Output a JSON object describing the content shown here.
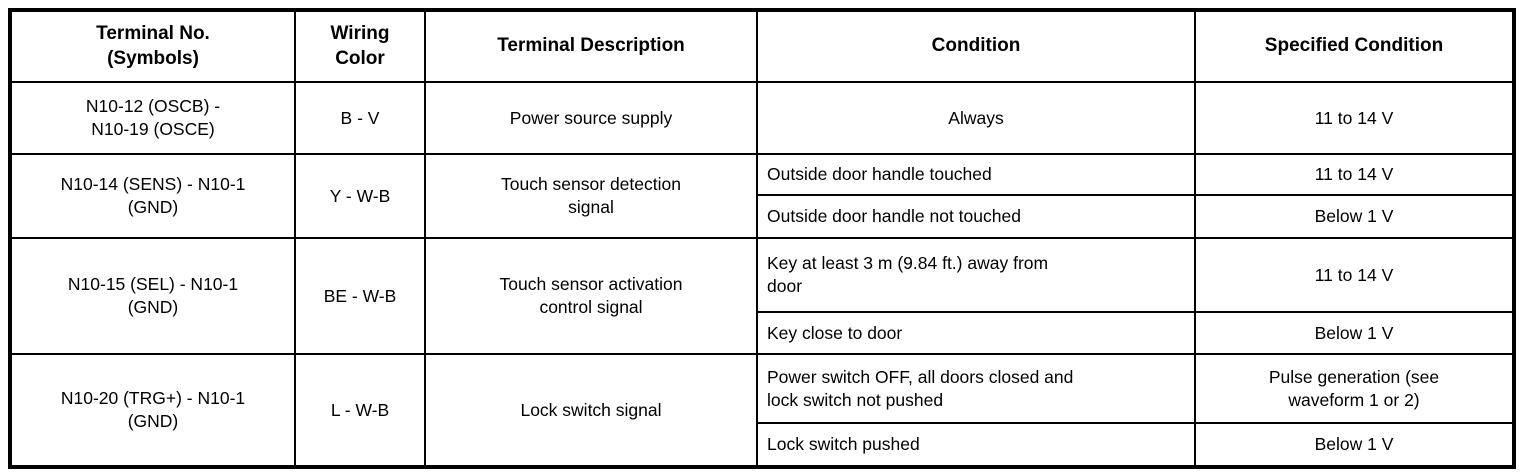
{
  "table": {
    "headers": [
      "Terminal No.\n(Symbols)",
      "Wiring\nColor",
      "Terminal Description",
      "Condition",
      "Specified Condition"
    ],
    "rows": [
      {
        "terminal": "N10-12 (OSCB) -\nN10-19 (OSCE)",
        "wiring": "B - V",
        "description": "Power source supply",
        "conditions": [
          {
            "condition": "Always",
            "specified": "11 to 14 V"
          }
        ]
      },
      {
        "terminal": "N10-14 (SENS) - N10-1\n(GND)",
        "wiring": "Y - W-B",
        "description": "Touch sensor detection\nsignal",
        "conditions": [
          {
            "condition": "Outside door handle touched",
            "specified": "11 to 14 V"
          },
          {
            "condition": "Outside door handle not touched",
            "specified": "Below 1 V"
          }
        ]
      },
      {
        "terminal": "N10-15 (SEL) - N10-1\n(GND)",
        "wiring": "BE - W-B",
        "description": "Touch sensor activation\ncontrol signal",
        "conditions": [
          {
            "condition": "Key at least 3 m (9.84 ft.) away from\ndoor",
            "specified": "11 to 14 V"
          },
          {
            "condition": "Key close to door",
            "specified": "Below 1 V"
          }
        ]
      },
      {
        "terminal": "N10-20 (TRG+) - N10-1\n(GND)",
        "wiring": "L - W-B",
        "description": "Lock switch signal",
        "conditions": [
          {
            "condition": "Power switch OFF, all doors closed and\nlock switch not pushed",
            "specified": "Pulse generation (see\nwaveform 1 or 2)"
          },
          {
            "condition": "Lock switch pushed",
            "specified": "Below 1 V"
          }
        ]
      }
    ]
  }
}
